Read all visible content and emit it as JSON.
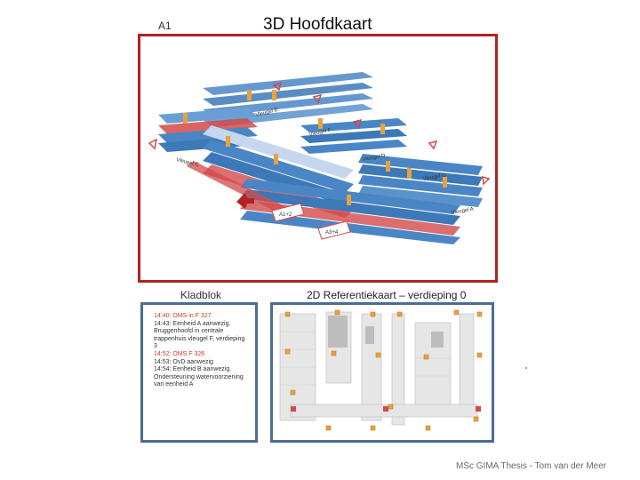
{
  "panel": {
    "label": "A1",
    "title": "3D Hoofdkaart"
  },
  "map3d": {
    "labels": [
      "Vleugel E",
      "Vleugel F",
      "Vleugel C",
      "Vleugel D",
      "Vleugel G",
      "Vleugel A",
      "A1+2",
      "A3+4"
    ],
    "colors": {
      "frame": "#b22222",
      "floor": "#4a86c5",
      "pipe_red": "#d24a4a",
      "marker": "#e8a23a"
    }
  },
  "kladblok": {
    "title": "Kladblok",
    "lines": [
      {
        "text": "14:40: OMS in F 327",
        "highlight": true
      },
      {
        "text": "14:43: Eenheid A aanwezig.",
        "highlight": false
      },
      {
        "text": "Bruggenhoofd in centrale",
        "highlight": false
      },
      {
        "text": "trappenhuis vleugel F, verdieping",
        "highlight": false
      },
      {
        "text": "3",
        "highlight": false
      },
      {
        "text": "14:52: OMS F 326",
        "highlight": true
      },
      {
        "text": "14:53: OvD aanwezig",
        "highlight": false
      },
      {
        "text": "14:54: Eenheid B aanwezig.",
        "highlight": false
      },
      {
        "text": "Ondersteuning watervoorziening",
        "highlight": false
      },
      {
        "text": "van eenheid A",
        "highlight": false
      }
    ]
  },
  "ref_map": {
    "title": "2D Referentiekaart – verdieping 0"
  },
  "footer": {
    "credit": "MSc GIMA Thesis - Tom van der Meer"
  }
}
